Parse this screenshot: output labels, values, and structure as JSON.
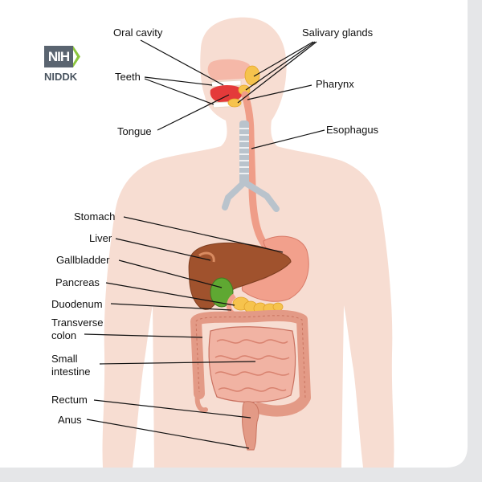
{
  "logo": {
    "name": "NIH",
    "org": "NIDDK"
  },
  "labels": {
    "oral_cavity": "Oral cavity",
    "salivary_glands": "Salivary glands",
    "teeth": "Teeth",
    "pharynx": "Pharynx",
    "tongue": "Tongue",
    "esophagus": "Esophagus",
    "stomach": "Stomach",
    "liver": "Liver",
    "gallbladder": "Gallbladder",
    "pancreas": "Pancreas",
    "duodenum": "Duodenum",
    "transverse_colon": "Transverse\ncolon",
    "small_intestine": "Small\nintestine",
    "rectum": "Rectum",
    "anus": "Anus"
  },
  "colors": {
    "body": "#f7ddd2",
    "logo_box": "#5a6470",
    "logo_chevron": "#8dc63f",
    "liver": "#a0522d",
    "stomach": "#f2a08c",
    "gallbladder": "#5fa832",
    "pancreas": "#f6c34d",
    "intestine": "#e39a86",
    "esophagus": "#ef9d88",
    "trachea": "#b9c3cc",
    "tongue": "#e43a3a"
  }
}
